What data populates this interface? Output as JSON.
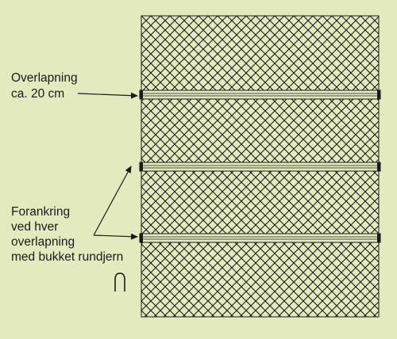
{
  "diagram": {
    "labels": {
      "overlap_line1": "Overlapning",
      "overlap_line2": "ca. 20 cm",
      "anchor_line1": "Forankring",
      "anchor_line2": "ved hver",
      "anchor_line3": "overlapning",
      "anchor_line4": "med bukket rundjern"
    },
    "icons": {
      "staple": "bent-rebar-staple-icon"
    },
    "colors": {
      "background": "#e3ebbe",
      "mesh": "#1a1a1a",
      "text": "#1a1a1a"
    }
  }
}
